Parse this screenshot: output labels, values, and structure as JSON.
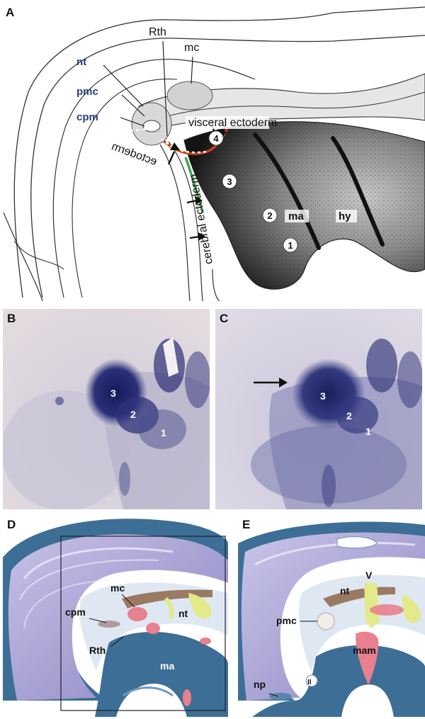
{
  "panels": {
    "A": {
      "label": "A",
      "labels": {
        "rth": "Rth",
        "mc": "mc",
        "nt": "nt",
        "pmc": "pmc",
        "cpm": "cpm",
        "visceral": "visceral ectoderm",
        "cerebral": "cerebral ectoderm",
        "ma": "ma",
        "hy": "hy"
      },
      "arches": [
        "4",
        "3",
        "2",
        "1"
      ]
    },
    "B": {
      "label": "B",
      "arches": [
        "3",
        "2",
        "1"
      ]
    },
    "C": {
      "label": "C",
      "arches": [
        "3",
        "2",
        "1"
      ]
    },
    "D": {
      "label": "D",
      "labels": {
        "mc": "mc",
        "nt": "nt",
        "cpm": "cpm",
        "rth": "Rth",
        "ma": "ma"
      }
    },
    "E": {
      "label": "E",
      "labels": {
        "nt": "nt",
        "v": "V",
        "pmc": "pmc",
        "mam": "mam",
        "np": "np",
        "ii": "II"
      }
    }
  },
  "colors": {
    "arch_dark": "#141414",
    "visceral_line": "#d0421b",
    "cerebral_line": "#3aa84a",
    "stain": "#1c2163",
    "tissue_blue": "#3d6e96",
    "tissue_lilac": "#a9a3d3",
    "cartilage_tan": "#9a7a62",
    "nerve_yellow": "#e3ea8c",
    "muscle_pink": "#e8808f",
    "label_blue": "#27407a"
  }
}
